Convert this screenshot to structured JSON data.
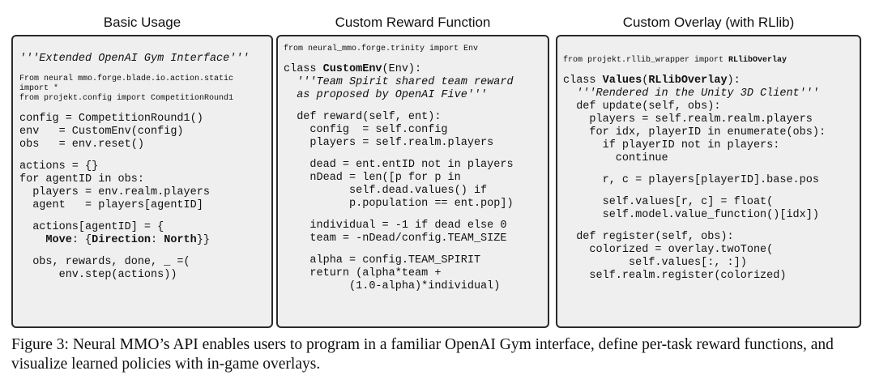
{
  "panels": [
    {
      "title": "Basic Usage",
      "lines": [
        {
          "t": "'''Extended OpenAI Gym Interface'''",
          "s": "n",
          "it": true
        },
        {
          "t": "",
          "s": "gap"
        },
        {
          "t": "From neural mmo.forge.blade.io.action.static",
          "s": "small"
        },
        {
          "t": "import *",
          "s": "small"
        },
        {
          "t": "from projekt.config import CompetitionRound1",
          "s": "small"
        },
        {
          "t": "",
          "s": "gap"
        },
        {
          "t": "config = CompetitionRound1()",
          "s": "n"
        },
        {
          "t": "env   = CustomEnv(config)",
          "s": "n"
        },
        {
          "t": "obs   = env.reset()",
          "s": "n"
        },
        {
          "t": "",
          "s": "gap"
        },
        {
          "t": "actions = {}",
          "s": "n"
        },
        {
          "t": "for agentID in obs:",
          "s": "n"
        },
        {
          "t": "  players = env.realm.players",
          "s": "n"
        },
        {
          "t": "  agent   = players[agentID]",
          "s": "n"
        },
        {
          "t": "",
          "s": "gap"
        },
        {
          "t": "  actions[agentID] = {",
          "s": "n"
        },
        {
          "t": "    Move: {Direction: North}}",
          "s": "n",
          "bold": [
            "Move",
            "Direction",
            "North"
          ]
        },
        {
          "t": "",
          "s": "gap"
        },
        {
          "t": "  obs, rewards, done, _ =(",
          "s": "n"
        },
        {
          "t": "      env.step(actions))",
          "s": "n"
        }
      ]
    },
    {
      "title": "Custom Reward Function",
      "lines": [
        {
          "t": "from neural_mmo.forge.trinity import Env",
          "s": "small"
        },
        {
          "t": "",
          "s": "gap"
        },
        {
          "t": "class CustomEnv(Env):",
          "s": "n",
          "bold": [
            "CustomEnv"
          ]
        },
        {
          "t": "  '''Team Spirit shared team reward",
          "s": "n",
          "it": true
        },
        {
          "t": "  as proposed by OpenAI Five'''",
          "s": "n",
          "it": true
        },
        {
          "t": "",
          "s": "gap"
        },
        {
          "t": "  def reward(self, ent):",
          "s": "n"
        },
        {
          "t": "    config  = self.config",
          "s": "n"
        },
        {
          "t": "    players = self.realm.players",
          "s": "n"
        },
        {
          "t": "",
          "s": "gap"
        },
        {
          "t": "    dead = ent.entID not in players",
          "s": "n"
        },
        {
          "t": "    nDead = len([p for p in",
          "s": "n"
        },
        {
          "t": "          self.dead.values() if",
          "s": "n"
        },
        {
          "t": "          p.population == ent.pop])",
          "s": "n"
        },
        {
          "t": "",
          "s": "gap"
        },
        {
          "t": "    individual = -1 if dead else 0",
          "s": "n"
        },
        {
          "t": "    team = -nDead/config.TEAM_SIZE",
          "s": "n"
        },
        {
          "t": "",
          "s": "gap"
        },
        {
          "t": "    alpha = config.TEAM_SPIRIT",
          "s": "n"
        },
        {
          "t": "    return (alpha*team +",
          "s": "n"
        },
        {
          "t": "          (1.0-alpha)*individual)",
          "s": "n"
        }
      ]
    },
    {
      "title": "Custom Overlay (with RLlib)",
      "lines": [
        {
          "t": "from projekt.rllib_wrapper import RLlibOverlay",
          "s": "small",
          "bold": [
            "RLlibOverlay"
          ]
        },
        {
          "t": "",
          "s": "gap"
        },
        {
          "t": "class Values(RLlibOverlay):",
          "s": "n",
          "bold": [
            "Values",
            "RLlibOverlay"
          ]
        },
        {
          "t": "  '''Rendered in the Unity 3D Client'''",
          "s": "n",
          "it": true
        },
        {
          "t": "  def update(self, obs):",
          "s": "n"
        },
        {
          "t": "    players = self.realm.realm.players",
          "s": "n"
        },
        {
          "t": "    for idx, playerID in enumerate(obs):",
          "s": "n"
        },
        {
          "t": "      if playerID not in players:",
          "s": "n"
        },
        {
          "t": "        continue",
          "s": "n"
        },
        {
          "t": "",
          "s": "gap"
        },
        {
          "t": "      r, c = players[playerID].base.pos",
          "s": "n"
        },
        {
          "t": "",
          "s": "gap"
        },
        {
          "t": "      self.values[r, c] = float(",
          "s": "n"
        },
        {
          "t": "      self.model.value_function()[idx])",
          "s": "n"
        },
        {
          "t": "",
          "s": "gap"
        },
        {
          "t": "  def register(self, obs):",
          "s": "n"
        },
        {
          "t": "    colorized = overlay.twoTone(",
          "s": "n"
        },
        {
          "t": "          self.values[:, :])",
          "s": "n"
        },
        {
          "t": "    self.realm.register(colorized)",
          "s": "n"
        }
      ]
    }
  ],
  "caption": "Figure 3: Neural MMO’s API enables users to program in a familiar OpenAI Gym interface, define per-task reward functions, and visualize learned policies with in-game overlays."
}
